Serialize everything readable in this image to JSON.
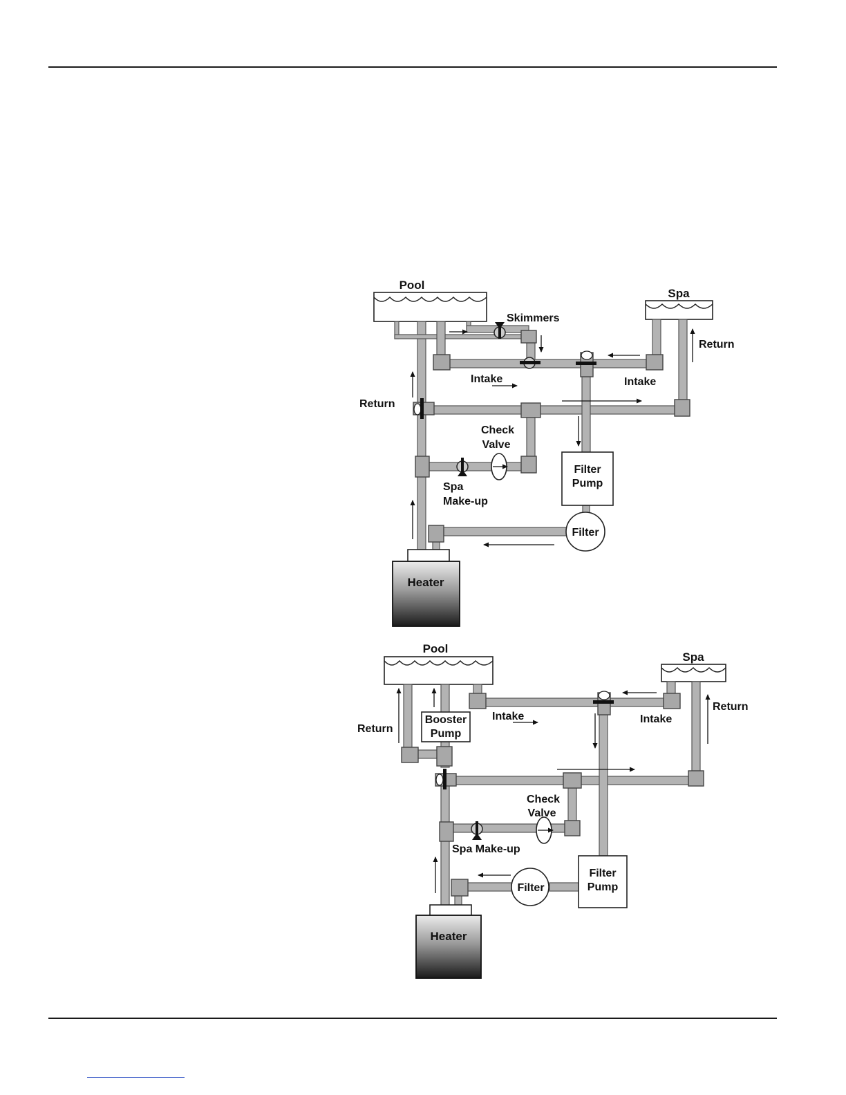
{
  "diagram1": {
    "pool": "Pool",
    "spa": "Spa",
    "skimmers": "Skimmers",
    "return_right": "Return",
    "return_left": "Return",
    "intake_left": "Intake",
    "intake_right": "Intake",
    "check_valve_line1": "Check",
    "check_valve_line2": "Valve",
    "spa_makeup_line1": "Spa",
    "spa_makeup_line2": "Make-up",
    "filter_pump_line1": "Filter",
    "filter_pump_line2": "Pump",
    "filter": "Filter",
    "heater": "Heater"
  },
  "diagram2": {
    "pool": "Pool",
    "spa": "Spa",
    "return_left": "Return",
    "return_right": "Return",
    "booster_pump_line1": "Booster",
    "booster_pump_line2": "Pump",
    "intake_left": "Intake",
    "intake_right": "Intake",
    "check_valve_line1": "Check",
    "check_valve_line2": "Valve",
    "spa_makeup": "Spa Make-up",
    "filter": "Filter",
    "filter_pump_line1": "Filter",
    "filter_pump_line2": "Pump",
    "heater": "Heater"
  }
}
